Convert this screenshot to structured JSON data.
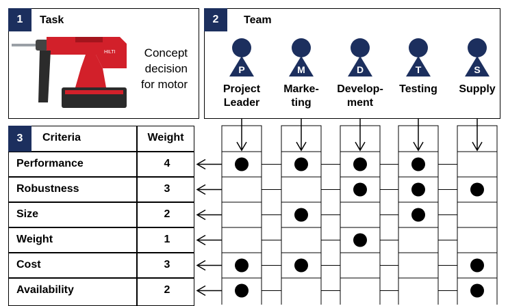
{
  "task": {
    "number": "1",
    "title": "Task",
    "description_lines": [
      "Concept",
      "decision",
      "for motor"
    ]
  },
  "team": {
    "number": "2",
    "title": "Team",
    "members": [
      {
        "initial": "P",
        "label_lines": [
          "Project",
          "Leader"
        ]
      },
      {
        "initial": "M",
        "label_lines": [
          "Marke-",
          "ting"
        ]
      },
      {
        "initial": "D",
        "label_lines": [
          "Develop-",
          "ment"
        ]
      },
      {
        "initial": "T",
        "label_lines": [
          "Testing",
          ""
        ]
      },
      {
        "initial": "S",
        "label_lines": [
          "Supply",
          ""
        ]
      }
    ]
  },
  "criteria": {
    "number": "3",
    "title": "Criteria",
    "weight_header": "Weight",
    "rows": [
      {
        "name": "Performance",
        "weight": "4",
        "marks": [
          true,
          true,
          true,
          true,
          false
        ]
      },
      {
        "name": "Robustness",
        "weight": "3",
        "marks": [
          false,
          false,
          true,
          true,
          true
        ]
      },
      {
        "name": "Size",
        "weight": "2",
        "marks": [
          false,
          true,
          false,
          true,
          false
        ]
      },
      {
        "name": "Weight",
        "weight": "1",
        "marks": [
          false,
          false,
          true,
          false,
          false
        ]
      },
      {
        "name": "Cost",
        "weight": "3",
        "marks": [
          true,
          true,
          false,
          false,
          true
        ]
      },
      {
        "name": "Availability",
        "weight": "2",
        "marks": [
          true,
          false,
          false,
          false,
          true
        ]
      }
    ]
  },
  "colors": {
    "badge": "#1c2f5e",
    "person": "#1c2f5e",
    "tool_red": "#d2202a"
  }
}
